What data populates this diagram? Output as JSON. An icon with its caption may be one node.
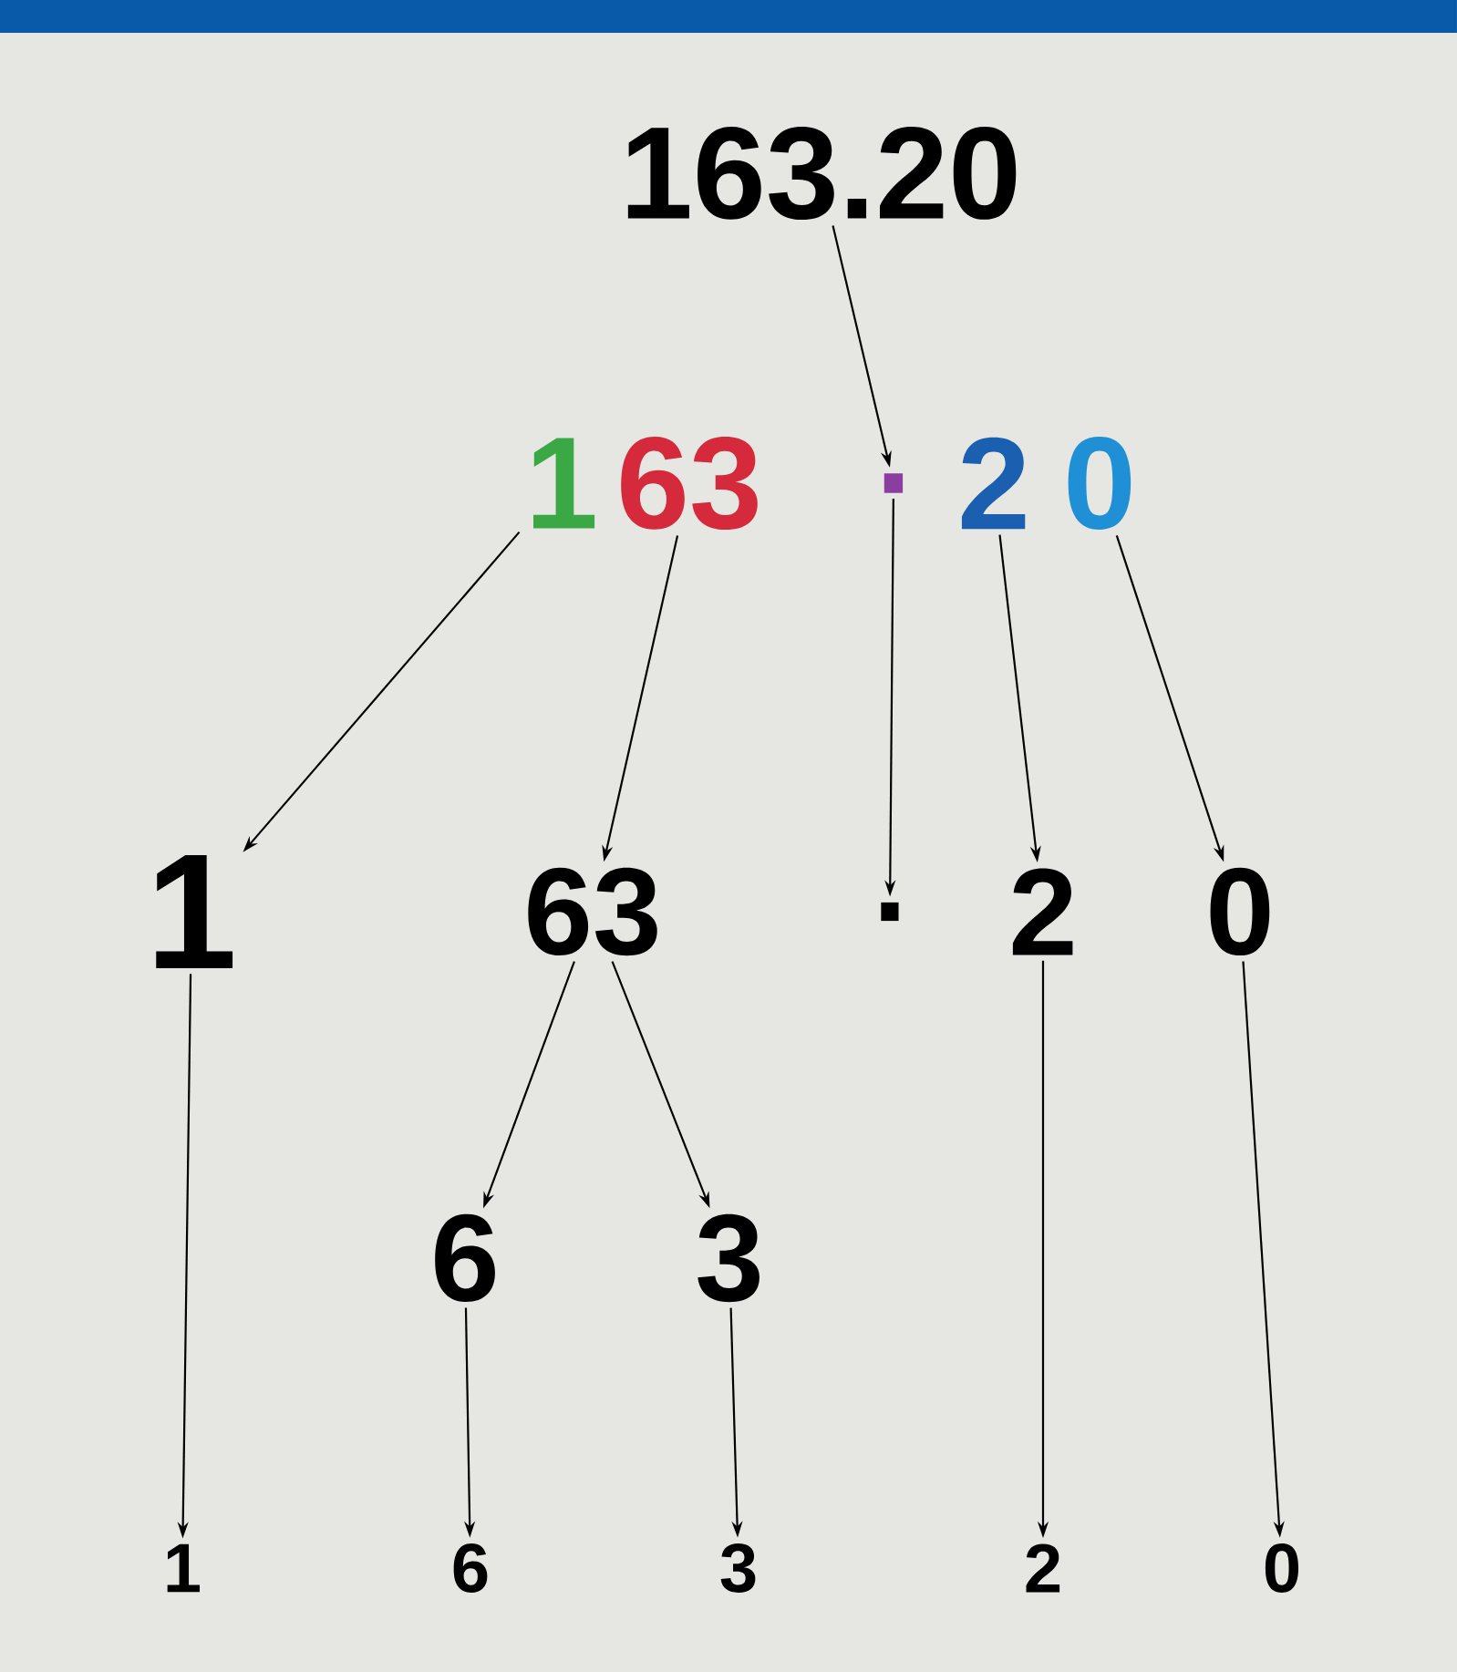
{
  "diagram": {
    "nodes": [
      {
        "text": [
          "163.20"
        ]
      },
      {
        "text": [
          "1"
        ]
      },
      {
        "text": [
          "63"
        ]
      },
      {
        "text": [
          "."
        ]
      },
      {
        "text": [
          "2"
        ]
      },
      {
        "text": [
          "0"
        ]
      },
      {
        "text": [
          "1"
        ]
      },
      {
        "text": [
          "63"
        ]
      },
      {
        "text": [
          "."
        ]
      },
      {
        "text": [
          "2"
        ]
      },
      {
        "text": [
          "0"
        ]
      },
      {
        "text": [
          "6"
        ]
      },
      {
        "text": [
          "3"
        ]
      },
      {
        "text": [
          "1"
        ]
      },
      {
        "text": [
          "6"
        ]
      },
      {
        "text": [
          "3"
        ]
      },
      {
        "text": [
          "2"
        ]
      },
      {
        "text": [
          "0"
        ]
      }
    ],
    "edges": [
      {
        "from": 0,
        "to": 3,
        "arrow": "to"
      },
      {
        "from": 1,
        "to": 6,
        "arrow": "to"
      },
      {
        "from": 2,
        "to": 7,
        "arrow": "to"
      },
      {
        "from": 3,
        "to": 8,
        "arrow": "to"
      },
      {
        "from": 4,
        "to": 9,
        "arrow": "to"
      },
      {
        "from": 5,
        "to": 10,
        "arrow": "to"
      },
      {
        "from": 7,
        "to": 11,
        "arrow": "to"
      },
      {
        "from": 7,
        "to": 12,
        "arrow": "to"
      },
      {
        "from": 6,
        "to": 13,
        "arrow": "to"
      },
      {
        "from": 11,
        "to": 14,
        "arrow": "to"
      },
      {
        "from": 12,
        "to": 15,
        "arrow": "to"
      },
      {
        "from": 9,
        "to": 16,
        "arrow": "to"
      },
      {
        "from": 10,
        "to": 17,
        "arrow": "to"
      }
    ]
  }
}
